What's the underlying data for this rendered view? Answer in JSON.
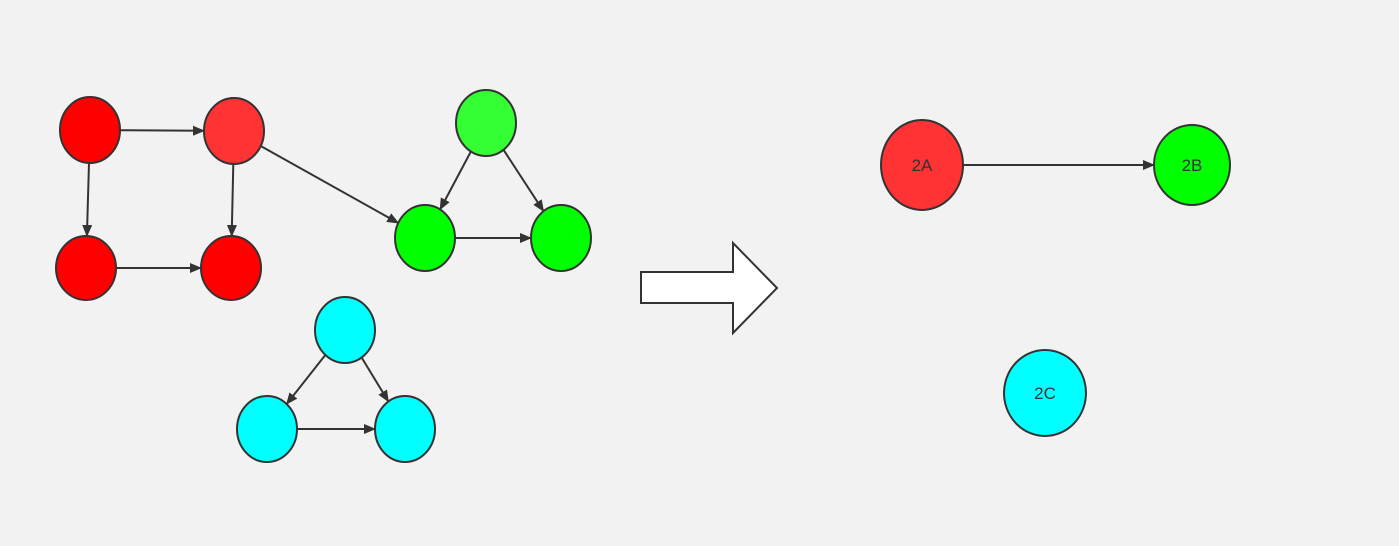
{
  "colors": {
    "background": "#f2f2f2",
    "stroke": "#333333",
    "edge": "#333333",
    "red_dark": "#ff0000",
    "red_light": "#ff3333",
    "green_dark": "#00ff00",
    "green_light": "#33ff33",
    "cyan": "#00ffff",
    "transform_arrow_fill": "#ffffff"
  },
  "left_graph": {
    "nodes": [
      {
        "id": "r1",
        "color": "red_dark"
      },
      {
        "id": "r2",
        "color": "red_light"
      },
      {
        "id": "r3",
        "color": "red_dark"
      },
      {
        "id": "r4",
        "color": "red_dark"
      },
      {
        "id": "g1",
        "color": "green_light"
      },
      {
        "id": "g2",
        "color": "green_dark"
      },
      {
        "id": "g3",
        "color": "green_dark"
      },
      {
        "id": "c1",
        "color": "cyan"
      },
      {
        "id": "c2",
        "color": "cyan"
      },
      {
        "id": "c3",
        "color": "cyan"
      }
    ],
    "edges": [
      {
        "from": "r1",
        "to": "r2"
      },
      {
        "from": "r1",
        "to": "r3"
      },
      {
        "from": "r2",
        "to": "r4"
      },
      {
        "from": "r3",
        "to": "r4"
      },
      {
        "from": "r2",
        "to": "g2"
      },
      {
        "from": "g1",
        "to": "g2"
      },
      {
        "from": "g1",
        "to": "g3"
      },
      {
        "from": "g2",
        "to": "g3"
      },
      {
        "from": "c1",
        "to": "c2"
      },
      {
        "from": "c1",
        "to": "c3"
      },
      {
        "from": "c2",
        "to": "c3"
      }
    ]
  },
  "right_graph": {
    "nodes": [
      {
        "id": "2A",
        "label": "2A",
        "color": "red_light"
      },
      {
        "id": "2B",
        "label": "2B",
        "color": "green_dark"
      },
      {
        "id": "2C",
        "label": "2C",
        "color": "cyan"
      }
    ],
    "edges": [
      {
        "from": "2A",
        "to": "2B"
      }
    ]
  }
}
